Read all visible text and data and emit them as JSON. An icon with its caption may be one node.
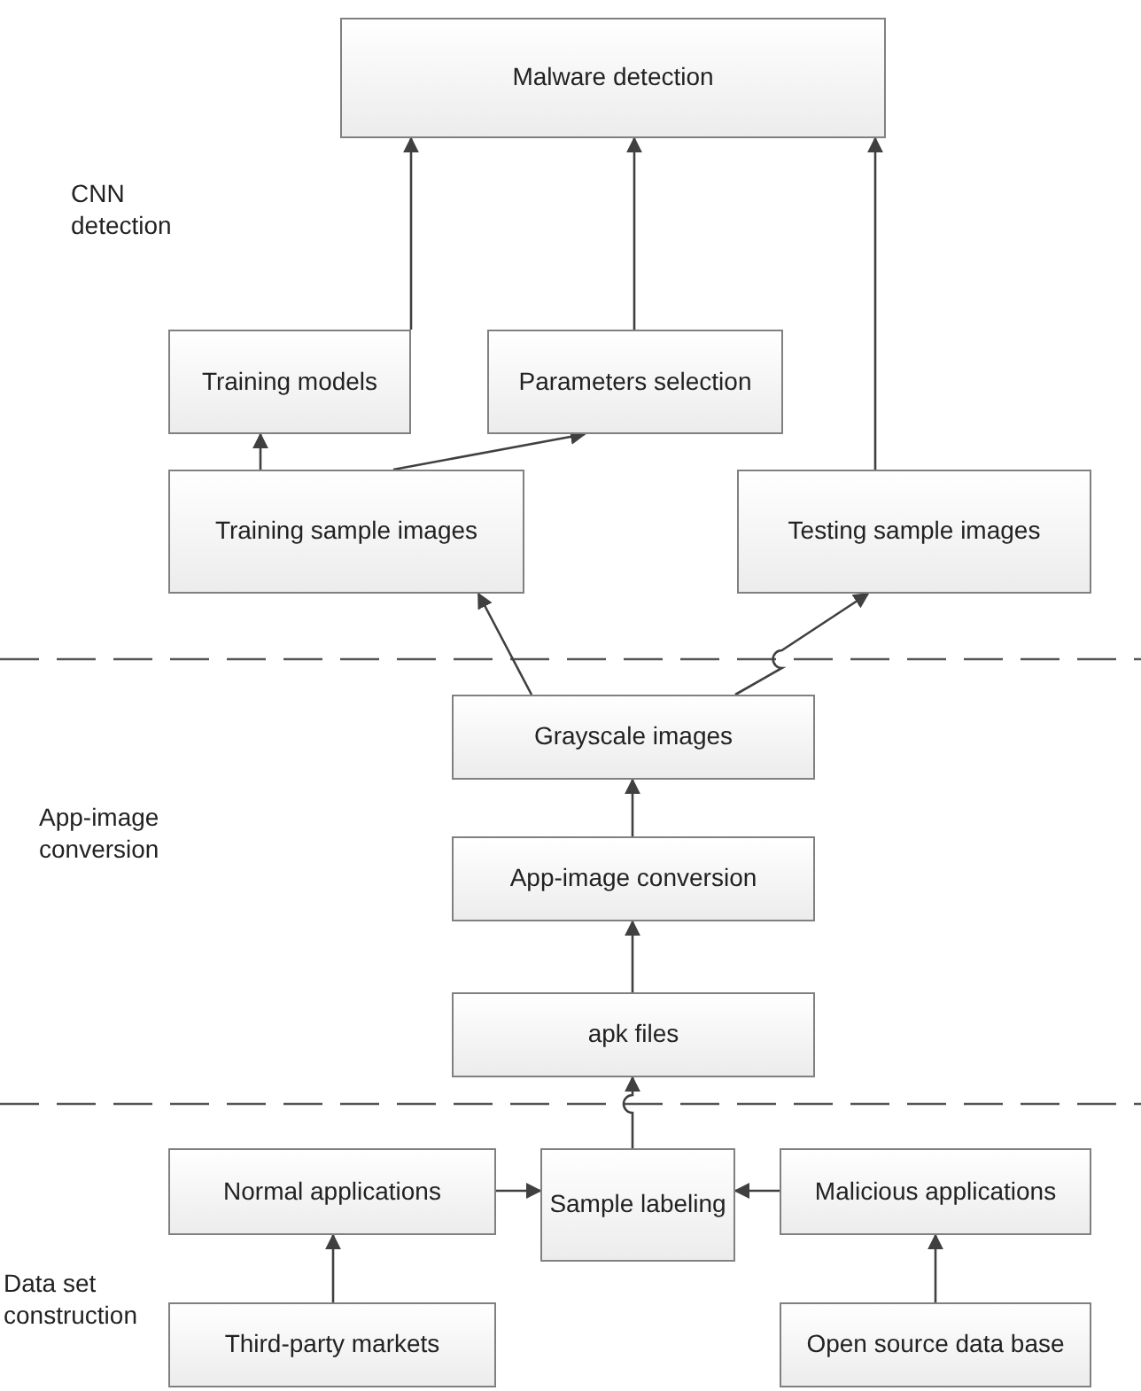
{
  "diagram": {
    "nodes": [
      {
        "text": [
          "Malware detection"
        ]
      },
      {
        "text": [
          "Training models"
        ]
      },
      {
        "text": [
          "Parameters selection"
        ]
      },
      {
        "text": [
          "Training sample images"
        ]
      },
      {
        "text": [
          "Testing sample images"
        ]
      },
      {
        "text": [
          "Grayscale images"
        ]
      },
      {
        "text": [
          "App-image conversion"
        ]
      },
      {
        "text": [
          "apk files"
        ]
      },
      {
        "text": [
          "Normal applications"
        ]
      },
      {
        "text": [
          "Sample labeling"
        ]
      },
      {
        "text": [
          "Malicious applications"
        ]
      },
      {
        "text": [
          "Third-party markets"
        ]
      },
      {
        "text": [
          "Open source data base"
        ]
      }
    ],
    "edges": [
      {
        "from": 1,
        "to": 0,
        "arrow": "to"
      },
      {
        "from": 2,
        "to": 0,
        "arrow": "to"
      },
      {
        "from": 4,
        "to": 0,
        "arrow": "to"
      },
      {
        "from": 3,
        "to": 1,
        "arrow": "to"
      },
      {
        "from": 3,
        "to": 2,
        "arrow": "to"
      },
      {
        "from": 5,
        "to": 3,
        "arrow": "to"
      },
      {
        "from": 5,
        "to": 4,
        "arrow": "to"
      },
      {
        "from": 6,
        "to": 5,
        "arrow": "to"
      },
      {
        "from": 7,
        "to": 6,
        "arrow": "to"
      },
      {
        "from": 9,
        "to": 7,
        "arrow": "to"
      },
      {
        "from": 8,
        "to": 9,
        "arrow": "to"
      },
      {
        "from": 10,
        "to": 9,
        "arrow": "to"
      },
      {
        "from": 11,
        "to": 8,
        "arrow": "to"
      },
      {
        "from": 12,
        "to": 10,
        "arrow": "to"
      }
    ],
    "labels": [
      "CNN detection",
      "App-image conversion",
      "Data set construction"
    ]
  }
}
